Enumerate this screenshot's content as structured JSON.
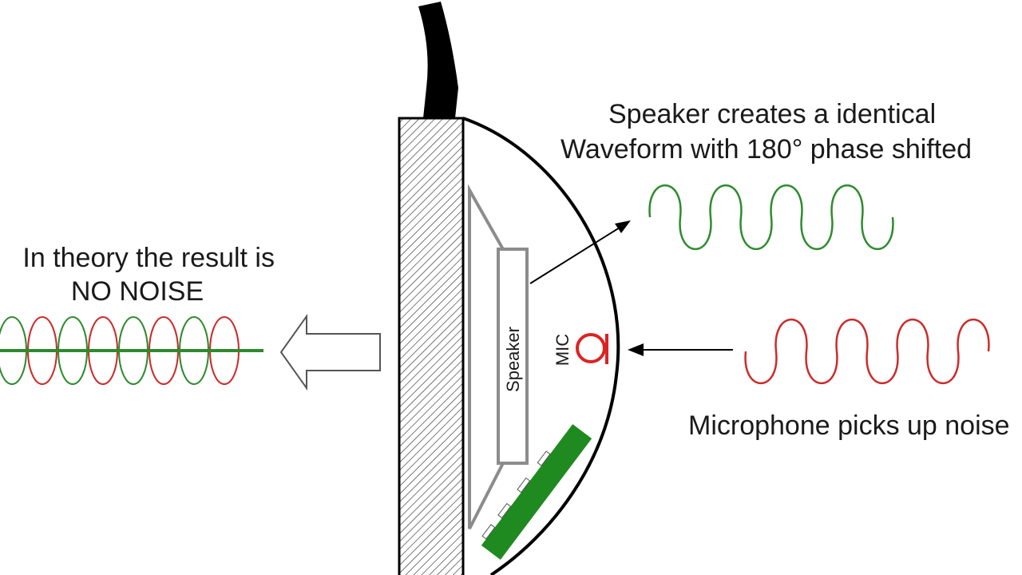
{
  "labels": {
    "speaker_line1": "Speaker creates a identical",
    "speaker_line2": "Waveform with 180° phase shifted",
    "theory_line1": "In theory the result is",
    "theory_line2": "NO NOISE",
    "mic_caption": "Microphone picks up noise",
    "speaker_component": "Speaker",
    "mic_component": "MIC"
  },
  "colors": {
    "anti_noise_wave": "#2e8b2e",
    "noise_wave": "#cc2b2b",
    "circuit_board": "#1f8a1f",
    "housing_outline": "#000000",
    "speaker_outline": "#8c8c8c"
  },
  "waves": {
    "anti_noise_cycles": 4,
    "noise_cycles": 4,
    "combined_cycles": 8
  }
}
